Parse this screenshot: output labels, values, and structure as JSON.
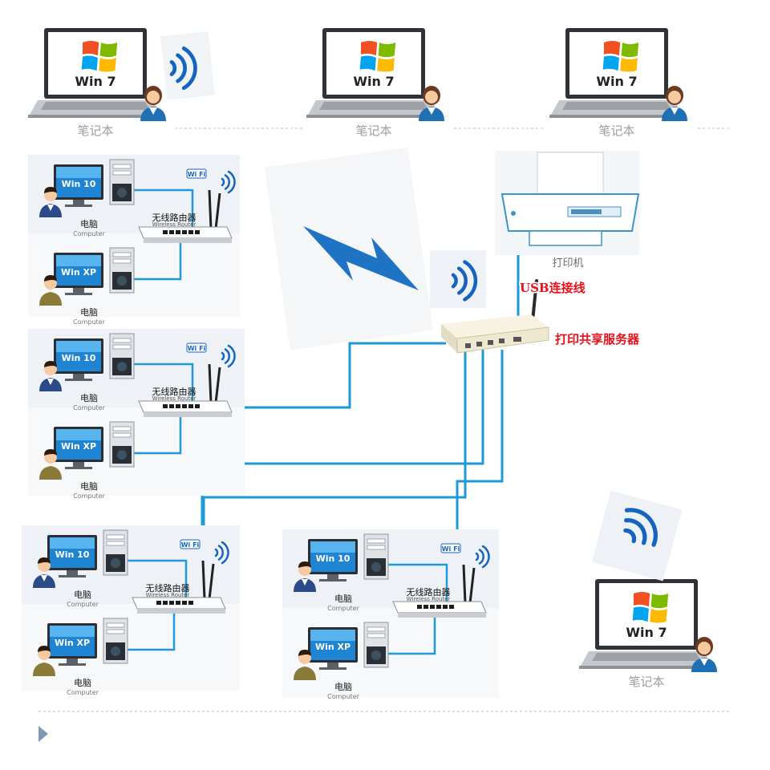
{
  "laptops": [
    {
      "os": "Win 7",
      "label": "笔记本"
    },
    {
      "os": "Win 7",
      "label": "笔记本"
    },
    {
      "os": "Win 7",
      "label": "笔记本"
    },
    {
      "os": "Win 7",
      "label": "笔记本"
    }
  ],
  "clusters": [
    {
      "router_cn": "无线路由器",
      "router_en": "Wireless Router",
      "wifi": "Wi Fi",
      "pcs": [
        {
          "os": "Win 10",
          "cn": "电脑",
          "en": "Computer"
        },
        {
          "os": "Win XP",
          "cn": "电脑",
          "en": "Computer"
        }
      ]
    },
    {
      "router_cn": "无线路由器",
      "router_en": "Wireless Router",
      "wifi": "Wi Fi",
      "pcs": [
        {
          "os": "Win 10",
          "cn": "电脑",
          "en": "Computer"
        },
        {
          "os": "Win XP",
          "cn": "电脑",
          "en": "Computer"
        }
      ]
    },
    {
      "router_cn": "无线路由器",
      "router_en": "Wireless Router",
      "wifi": "Wi Fi",
      "pcs": [
        {
          "os": "Win 10",
          "cn": "电脑",
          "en": "Computer"
        },
        {
          "os": "Win XP",
          "cn": "电脑",
          "en": "Computer"
        }
      ]
    },
    {
      "router_cn": "无线路由器",
      "router_en": "Wireless Router",
      "wifi": "Wi Fi",
      "pcs": [
        {
          "os": "Win 10",
          "cn": "电脑",
          "en": "Computer"
        },
        {
          "os": "Win XP",
          "cn": "电脑",
          "en": "Computer"
        }
      ]
    }
  ],
  "printer": {
    "label": "打印机"
  },
  "server": {
    "usb_label": "USB连接线",
    "label": "打印共享服务器"
  },
  "colors": {
    "cable": "#1e9ad6",
    "signal": "#1565c0",
    "panel_bg": "#eef2f7",
    "red_label": "#e8101a"
  }
}
